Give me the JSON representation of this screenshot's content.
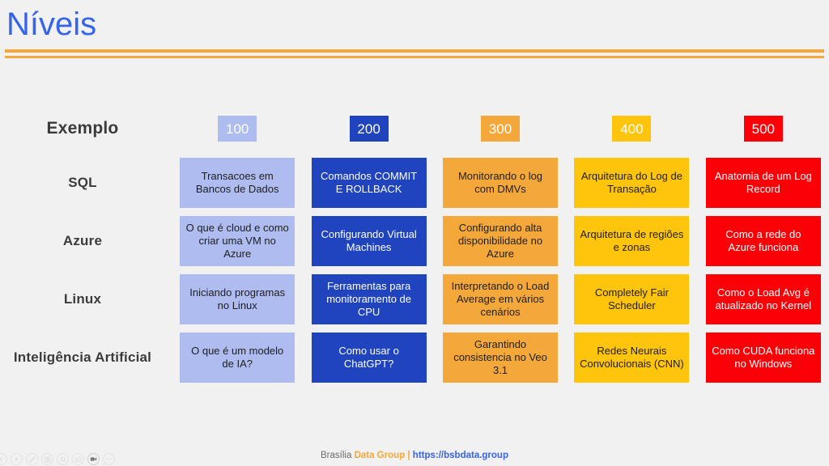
{
  "slide": {
    "title": "Níveis",
    "accent_orange": "#f5a83a",
    "accent_blue": "#3563e9",
    "background": "#f1f1f1"
  },
  "matrix": {
    "corner_label": "Exemplo",
    "levels": [
      {
        "value": "100",
        "color": "#aebcf0"
      },
      {
        "value": "200",
        "color": "#2044bd"
      },
      {
        "value": "300",
        "color": "#f5a83a"
      },
      {
        "value": "400",
        "color": "#ffc40c"
      },
      {
        "value": "500",
        "color": "#fb0007"
      }
    ],
    "rows": [
      {
        "label": "SQL",
        "cells": [
          "Transacoes em Bancos de Dados",
          "Comandos COMMIT E ROLLBACK",
          "Monitorando o log com DMVs",
          "Arquitetura do Log de Transação",
          "Anatomia de um Log Record"
        ]
      },
      {
        "label": "Azure",
        "cells": [
          "O que é cloud e como criar uma VM no Azure",
          "Configurando Virtual Machines",
          "Configurando alta disponibilidade no Azure",
          "Arquitetura de regiões e zonas",
          "Como a rede do Azure funciona"
        ]
      },
      {
        "label": "Linux",
        "cells": [
          "Iniciando programas no Linux",
          "Ferramentas para monitoramento de CPU",
          "Interpretando o Load Average em vários cenários",
          "Completely Fair Scheduler",
          "Como o Load Avg é atualizado no Kernel"
        ]
      },
      {
        "label": "Inteligência Artificial",
        "cells": [
          "O que é um modelo de IA?",
          "Como usar o ChatGPT?",
          "Garantindo consistencia no Veo 3.1",
          "Redes Neurais Convolucionais (CNN)",
          "Como CUDA funciona no Windows"
        ]
      }
    ]
  },
  "footer": {
    "city": "Brasília ",
    "brand": "Data Group",
    "separator": " | ",
    "url": "https://bsbdata.group"
  },
  "presenter_toolbar": {
    "buttons": [
      {
        "name": "previous-slide-icon",
        "glyph": "prev"
      },
      {
        "name": "play-icon",
        "glyph": "play"
      },
      {
        "name": "pen-icon",
        "glyph": "pen"
      },
      {
        "name": "slide-grid-icon",
        "glyph": "grid"
      },
      {
        "name": "search-icon",
        "glyph": "search"
      },
      {
        "name": "captions-icon",
        "glyph": "caption"
      },
      {
        "name": "camera-icon",
        "glyph": "camera",
        "active": true
      },
      {
        "name": "more-options-icon",
        "glyph": "more"
      }
    ]
  }
}
